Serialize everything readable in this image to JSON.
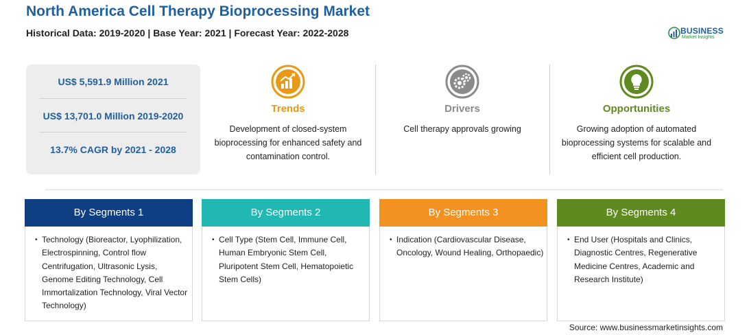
{
  "header": {
    "title": "North America Cell Therapy Bioprocessing Market",
    "subtitle": "Historical Data: 2019-2020 | Base Year: 2021 | Forecast Year: 2022-2028"
  },
  "logo": {
    "name": "BUSINESS",
    "tagline": "Market Insights"
  },
  "stats": [
    "US$ 5,591.9 Million 2021",
    "US$ 13,701.0 Million 2019-2020",
    "13.7% CAGR by 2021 - 2028"
  ],
  "columns": [
    {
      "title": "Trends",
      "icon": "trend-chart-icon",
      "color": "#e89a16",
      "text": "Development of closed-system bioprocessing for enhanced safety and contamination control."
    },
    {
      "title": "Drivers",
      "icon": "gears-icon",
      "color": "#8a8a8a",
      "text": "Cell therapy approvals growing"
    },
    {
      "title": "Opportunities",
      "icon": "lightbulb-icon",
      "color": "#5e8a1f",
      "text": "Growing adoption of automated bioprocessing systems for scalable and efficient cell production."
    }
  ],
  "segments": [
    {
      "title": "By Segments 1",
      "color": "#0f3f82",
      "text": "Technology (Bioreactor, Lyophilization, Electrospinning, Control flow Centrifugation, Ultrasonic Lysis, Genome Editing Technology, Cell Immortalization Technology, Viral Vector Technology)"
    },
    {
      "title": "By Segments 2",
      "color": "#21b8b3",
      "text": "Cell Type (Stem Cell, Immune Cell, Human Embryonic Stem Cell, Pluripotent Stem Cell, Hematopoietic Stem Cells)"
    },
    {
      "title": "By Segments 3",
      "color": "#f39220",
      "text": "Indication (Cardiovascular Disease, Oncology, Wound Healing, Orthopaedic)"
    },
    {
      "title": "By Segments 4",
      "color": "#5e8a1f",
      "text": "End User (Hospitals and Clinics, Diagnostic Centres, Regenerative Medicine Centres, Academic and Research Institute)"
    }
  ],
  "source": "Source: www.businessmarketinsights.com"
}
